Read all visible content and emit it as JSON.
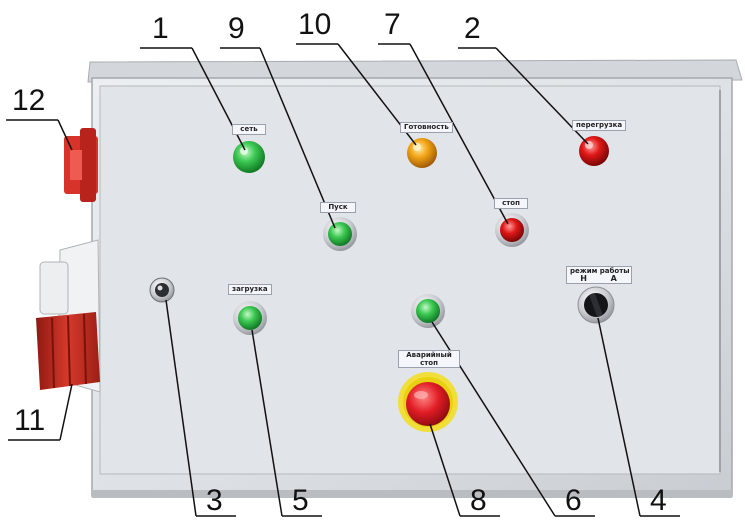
{
  "callouts": [
    "1",
    "9",
    "10",
    "7",
    "2",
    "12",
    "11",
    "3",
    "5",
    "8",
    "6",
    "4"
  ],
  "plates": {
    "green_top": "сеть",
    "ready": "Готовность",
    "overload": "перегрузка",
    "start": "Пуск",
    "stop": "стоп",
    "load": "загрузка",
    "mode": "режим работы",
    "mode_h": "Н",
    "mode_a": "А",
    "emergency_line1": "Аварийный",
    "emergency_line2": "стоп"
  },
  "colors": {
    "panel": "#dfe3e8",
    "green_lamp": "#2fc04a",
    "amber_lamp": "#f2a516",
    "red_lamp": "#e01818",
    "mushroom": "#e01c24",
    "mushroom_ring": "#f2de1c",
    "plug_red": "#cc2a1e"
  }
}
